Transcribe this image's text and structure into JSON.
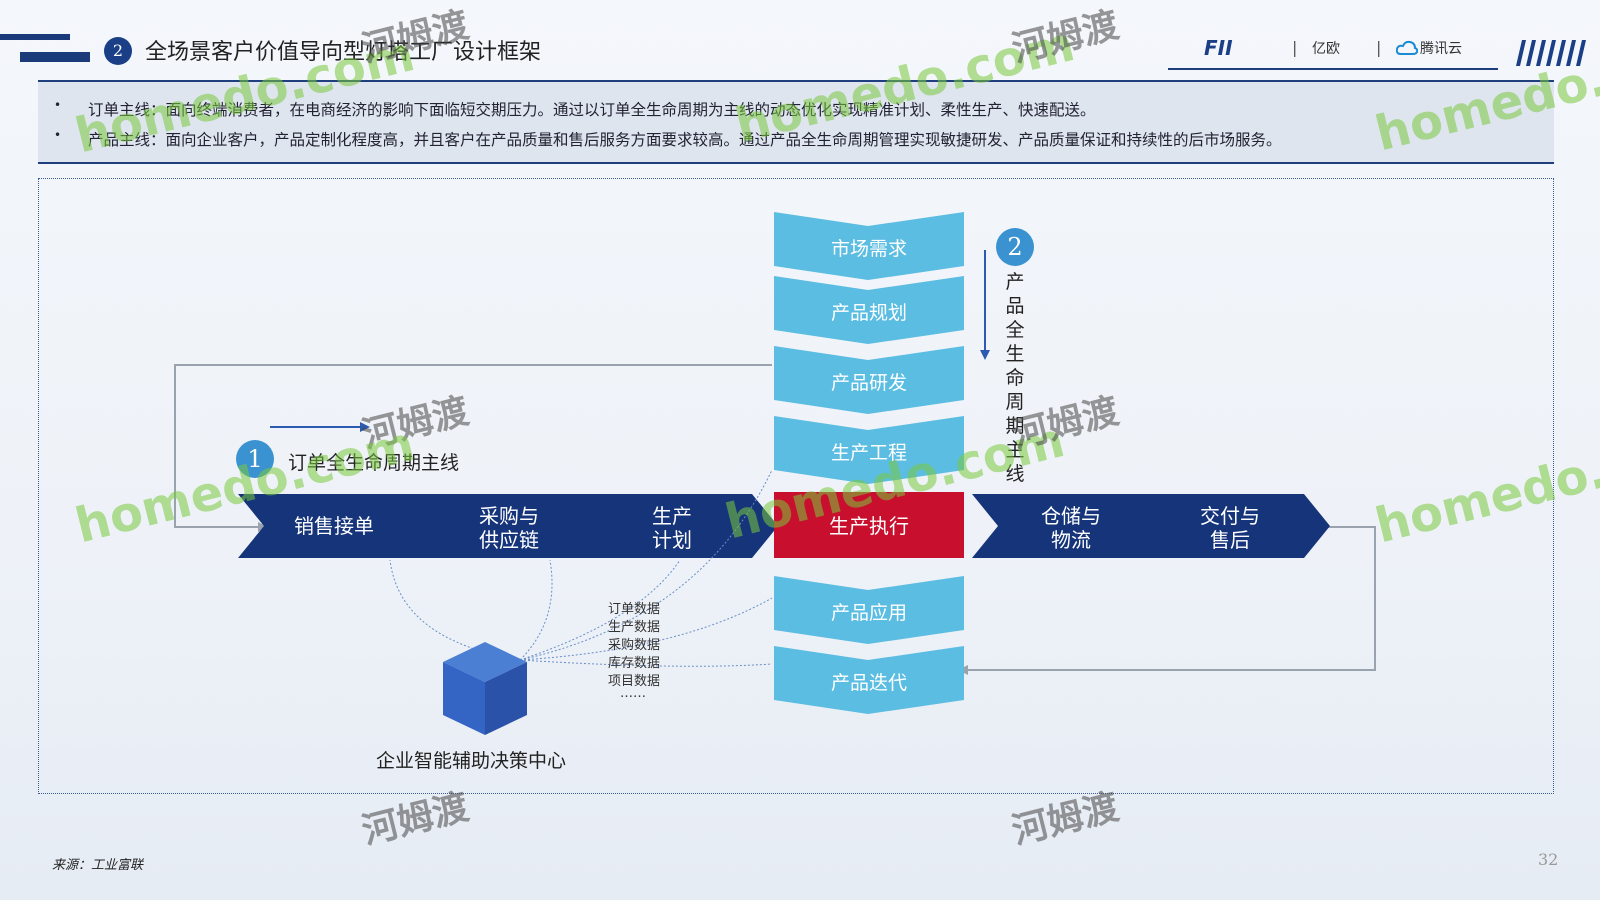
{
  "header": {
    "section_number": "2",
    "title": "全场景客户价值导向型灯塔工厂设计框架",
    "logos": [
      "FII",
      "亿欧",
      "腾讯云"
    ],
    "logo_separator": "|"
  },
  "banner": {
    "lines": [
      "订单主线：面向终端消费者，在电商经济的影响下面临短交期压力。通过以订单全生命周期为主线的动态优化实现精准计划、柔性生产、快速配送。",
      "产品主线：面向企业客户，产品定制化程度高，并且客户在产品质量和售后服务方面要求较高。通过产品全生命周期管理实现敏捷研发、产品质量保证和持续性的后市场服务。"
    ],
    "bullet": "•"
  },
  "diagram": {
    "order_mainline": {
      "number": "1",
      "label": "订单全生命周期主线",
      "steps": [
        "销售接单",
        "采购与\n供应链",
        "生产\n计划",
        "生产执行",
        "仓储与\n物流",
        "交付与\n售后"
      ]
    },
    "product_mainline": {
      "number": "2",
      "label_chars": [
        "产",
        "品",
        "全",
        "生",
        "命",
        "周",
        "期",
        "主",
        "线"
      ],
      "upper_steps": [
        "市场需求",
        "产品规划",
        "产品研发",
        "生产工程"
      ],
      "lower_steps": [
        "产品应用",
        "产品迭代"
      ]
    },
    "data_items": [
      "订单数据",
      "生产数据",
      "采购数据",
      "库存数据",
      "项目数据",
      "……"
    ],
    "decision_center_label": "企业智能辅助决策中心"
  },
  "footer": {
    "source": "来源：工业富联",
    "page_number": "32"
  },
  "watermarks": {
    "latin": "homedo.com",
    "chinese": "河姆渡"
  },
  "colors": {
    "navy": "#15347a",
    "light_blue": "#5bbde2",
    "red": "#c8102e",
    "circle_blue": "#3a93d0"
  }
}
